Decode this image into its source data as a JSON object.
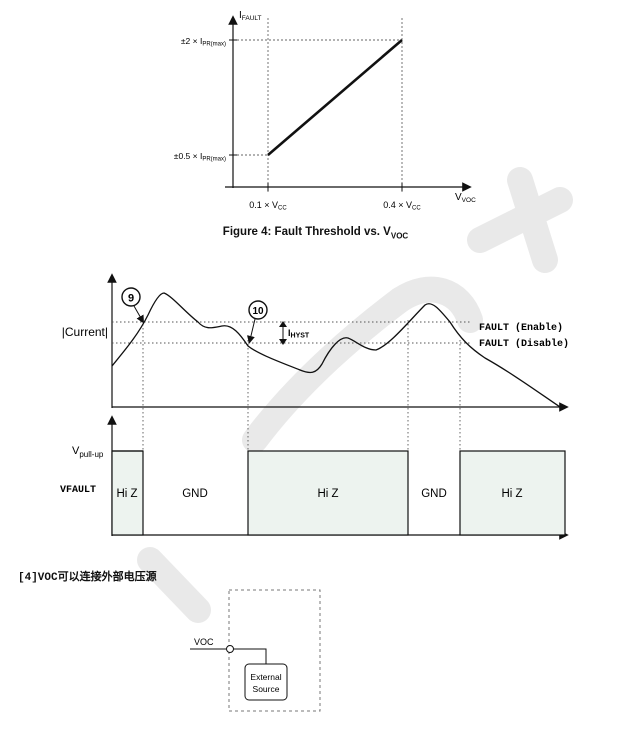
{
  "figure4": {
    "y_axis_label_main": "I",
    "y_axis_label_sub": "FAULT",
    "x_axis_label_main": "V",
    "x_axis_label_sub": "VOC",
    "y_tick_high_prefix": "±2 × I",
    "y_tick_high_sub": "PR(max)",
    "y_tick_low_prefix": "±0.5 × I",
    "y_tick_low_sub": "PR(max)",
    "x_tick_left_prefix": "0.1 × V",
    "x_tick_left_sub": "CC",
    "x_tick_right_prefix": "0.4 × V",
    "x_tick_right_sub": "CC",
    "caption_prefix": "Figure 4: Fault Threshold vs. V",
    "caption_sub": "VOC"
  },
  "chart_data": {
    "type": "line",
    "x": [
      "0.1 × VCC",
      "0.4 × VCC"
    ],
    "y": [
      "±0.5 × IPR(max)",
      "±2 × IPR(max)"
    ],
    "xlabel": "VVOC",
    "ylabel": "IFAULT"
  },
  "timing": {
    "current_label": "|Current|",
    "marker_9": "9",
    "marker_10": "10",
    "hyst_main": "I",
    "hyst_sub": "HYST",
    "fault_enable": "FAULT (Enable)",
    "fault_disable": "FAULT (Disable)",
    "vpullup_main": "V",
    "vpullup_sub": "pull-up",
    "vfault_label": "VFAULT",
    "segments": [
      "Hi Z",
      "GND",
      "Hi Z",
      "GND",
      "Hi Z"
    ]
  },
  "section": {
    "label_prefix": "[4]VOC",
    "label_text": "可以连接外部电压源"
  },
  "schematic": {
    "voc_label": "VOC",
    "source_line1": "External",
    "source_line2": "Source"
  },
  "colors": {
    "hiz_fill": "#edf3ef",
    "line": "#111111",
    "watermark": "#e9e9e9"
  }
}
